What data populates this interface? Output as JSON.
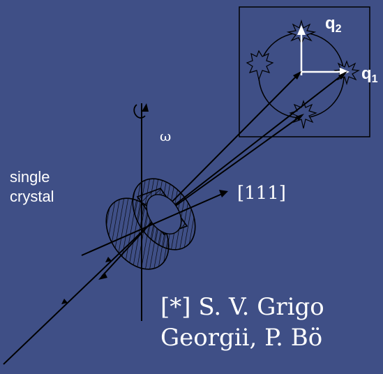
{
  "labels": {
    "crystal": "single crystal",
    "direction": "[111]",
    "rotation": "ω",
    "q2_main": "q",
    "q2_sub": "2",
    "q1_main": "q",
    "q1_sub": "1",
    "reference_line1": "[*] S. V. Grigo",
    "reference_line2": "Georgii, P. Bö"
  },
  "colors": {
    "background": "#3f4f86",
    "lines": "#000000",
    "text": "#ffffff"
  }
}
